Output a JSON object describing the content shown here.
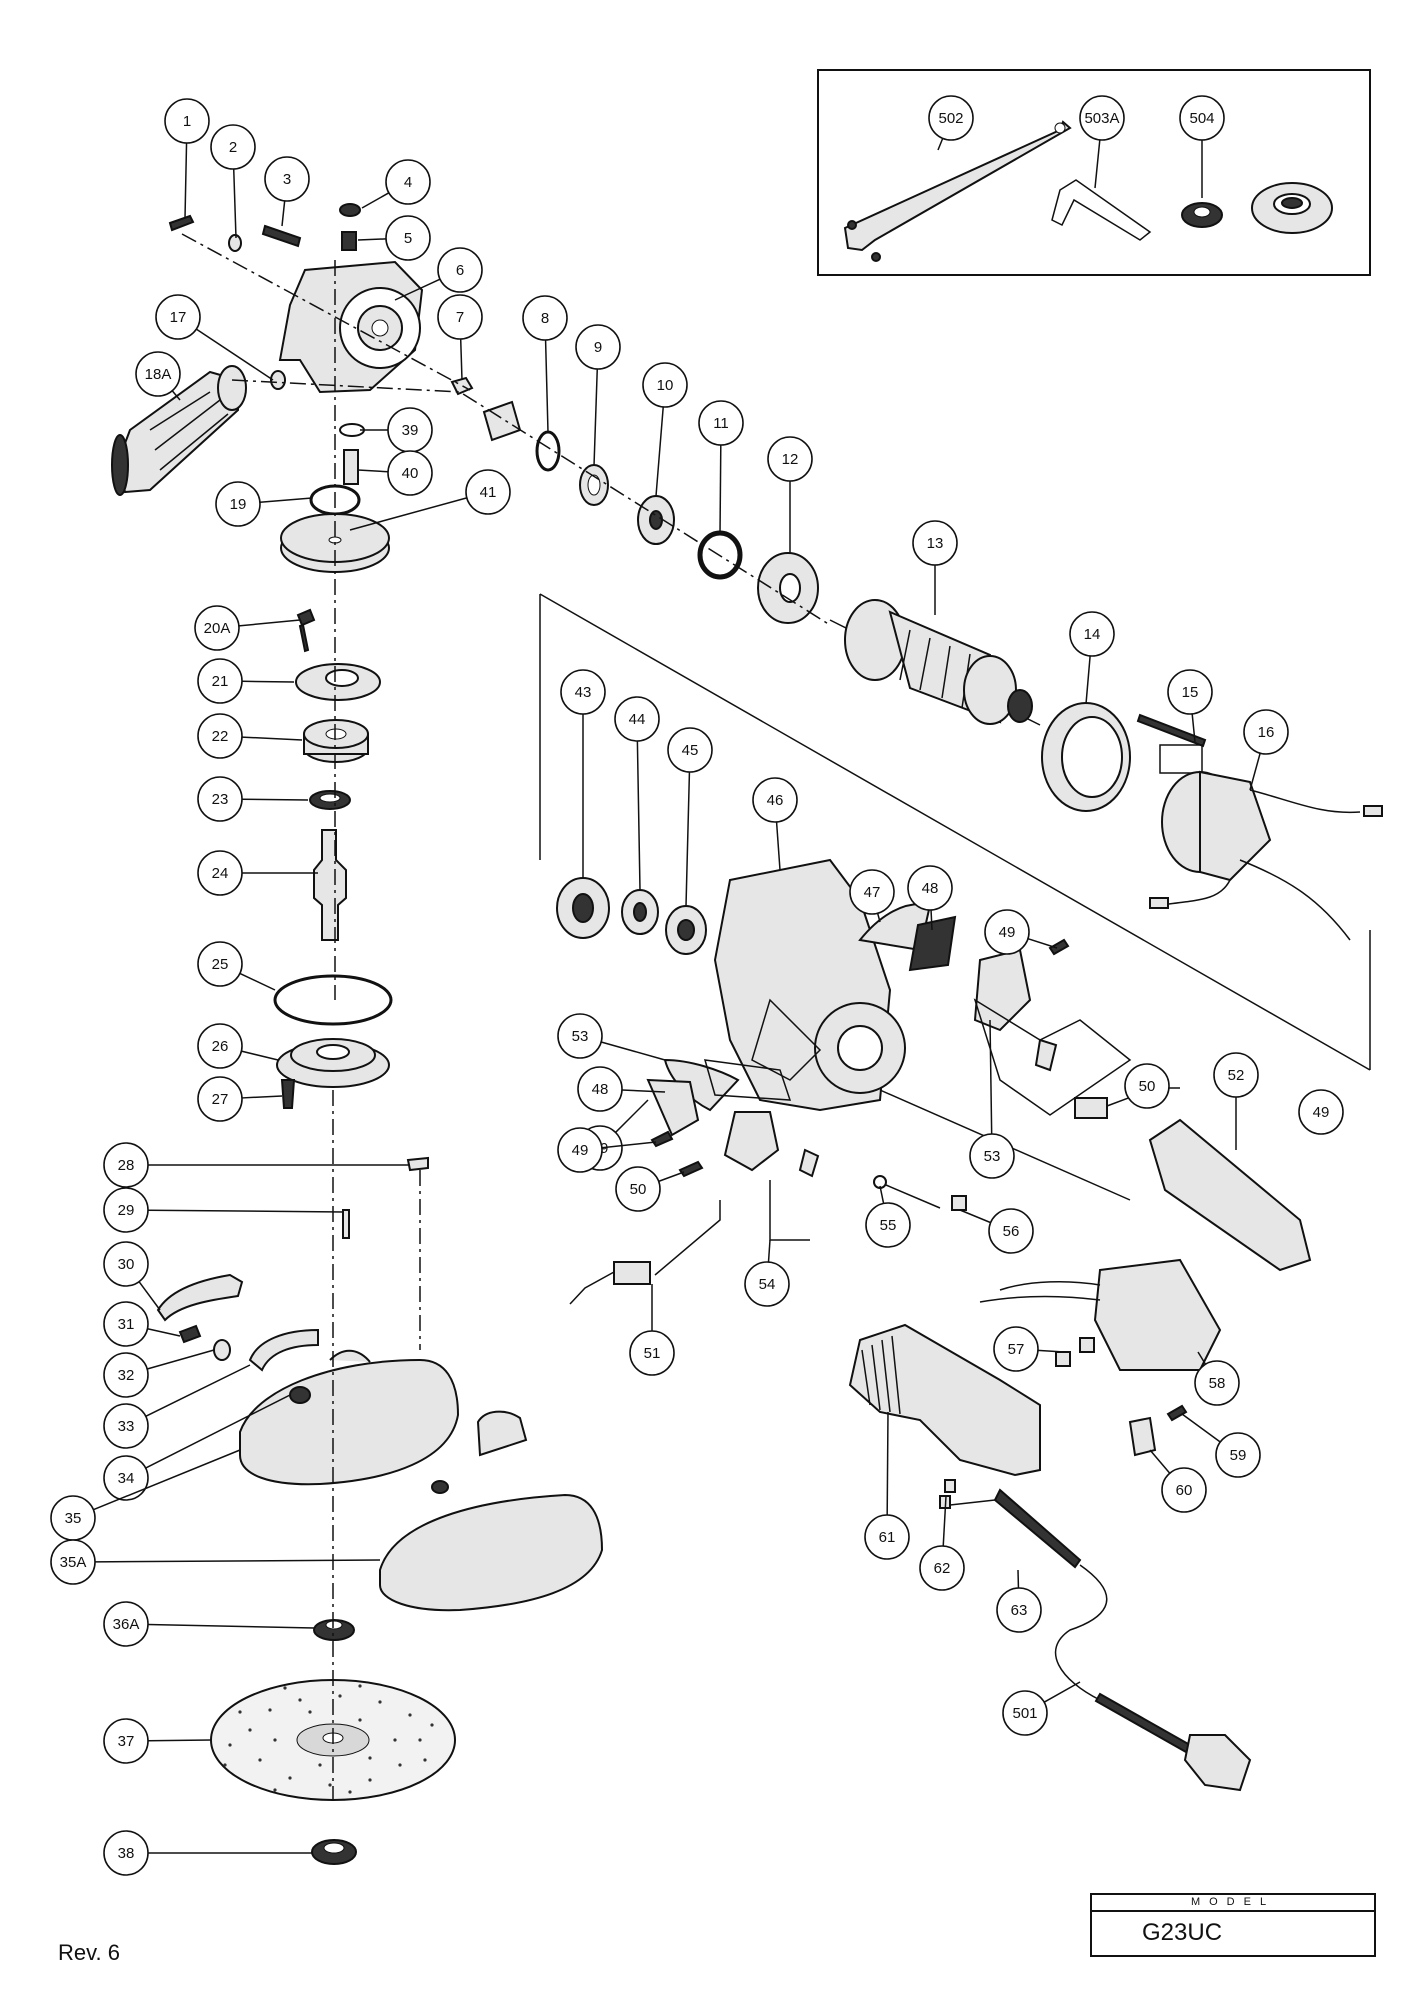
{
  "model": {
    "caption": "MODEL",
    "name": "G23UC"
  },
  "revision": "Rev. 6",
  "callouts": [
    "1",
    "2",
    "3",
    "4",
    "5",
    "6",
    "7",
    "8",
    "9",
    "10",
    "11",
    "12",
    "13",
    "14",
    "15",
    "16",
    "17",
    "18A",
    "19",
    "20A",
    "21",
    "22",
    "23",
    "24",
    "25",
    "26",
    "27",
    "28",
    "29",
    "30",
    "31",
    "32",
    "33",
    "34",
    "35",
    "35A",
    "36A",
    "37",
    "38",
    "39",
    "40",
    "41",
    "43",
    "44",
    "45",
    "46",
    "47",
    "48",
    "48",
    "49",
    "49",
    "49",
    "49",
    "50",
    "50",
    "51",
    "52",
    "53",
    "53",
    "54",
    "55",
    "56",
    "57",
    "58",
    "59",
    "60",
    "61",
    "62",
    "63",
    "501",
    "502",
    "503A",
    "504"
  ]
}
